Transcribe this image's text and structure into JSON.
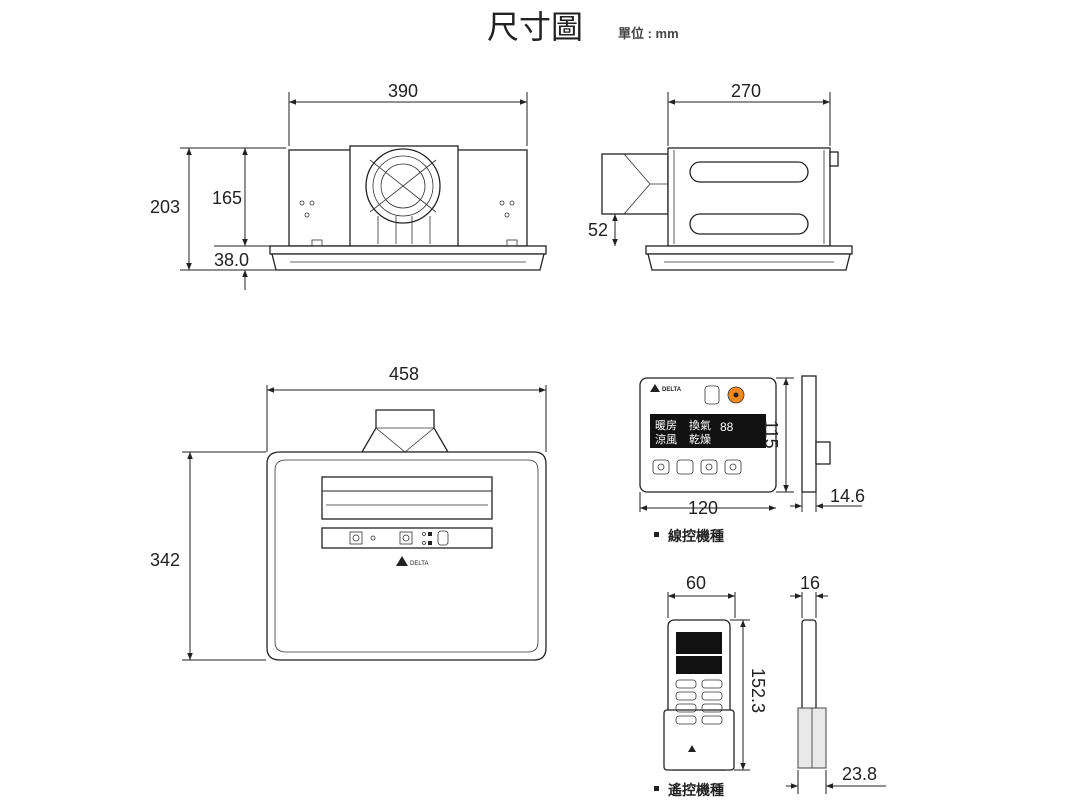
{
  "header": {
    "title": "尺寸圖",
    "unit": "單位 : mm"
  },
  "views": {
    "front_top": {
      "width": "390",
      "height_total": "203",
      "height_body": "165",
      "height_panel": "38.0"
    },
    "side_top": {
      "depth": "270",
      "duct_height": "52"
    },
    "front_panel": {
      "width": "458",
      "height": "342",
      "brand": "DELTA"
    },
    "wired_controller": {
      "caption": "線控機種",
      "height": "115",
      "width": "120",
      "thickness": "14.6",
      "brand": "DELTA",
      "display_row1": "暖房",
      "display_row1b": "換氣",
      "display_row2": "涼風",
      "display_row2b": "乾燥",
      "digits": "88"
    },
    "remote": {
      "caption": "遙控機種",
      "width": "60",
      "thickness": "16",
      "height": "152.3",
      "holder_depth": "23.8"
    }
  }
}
